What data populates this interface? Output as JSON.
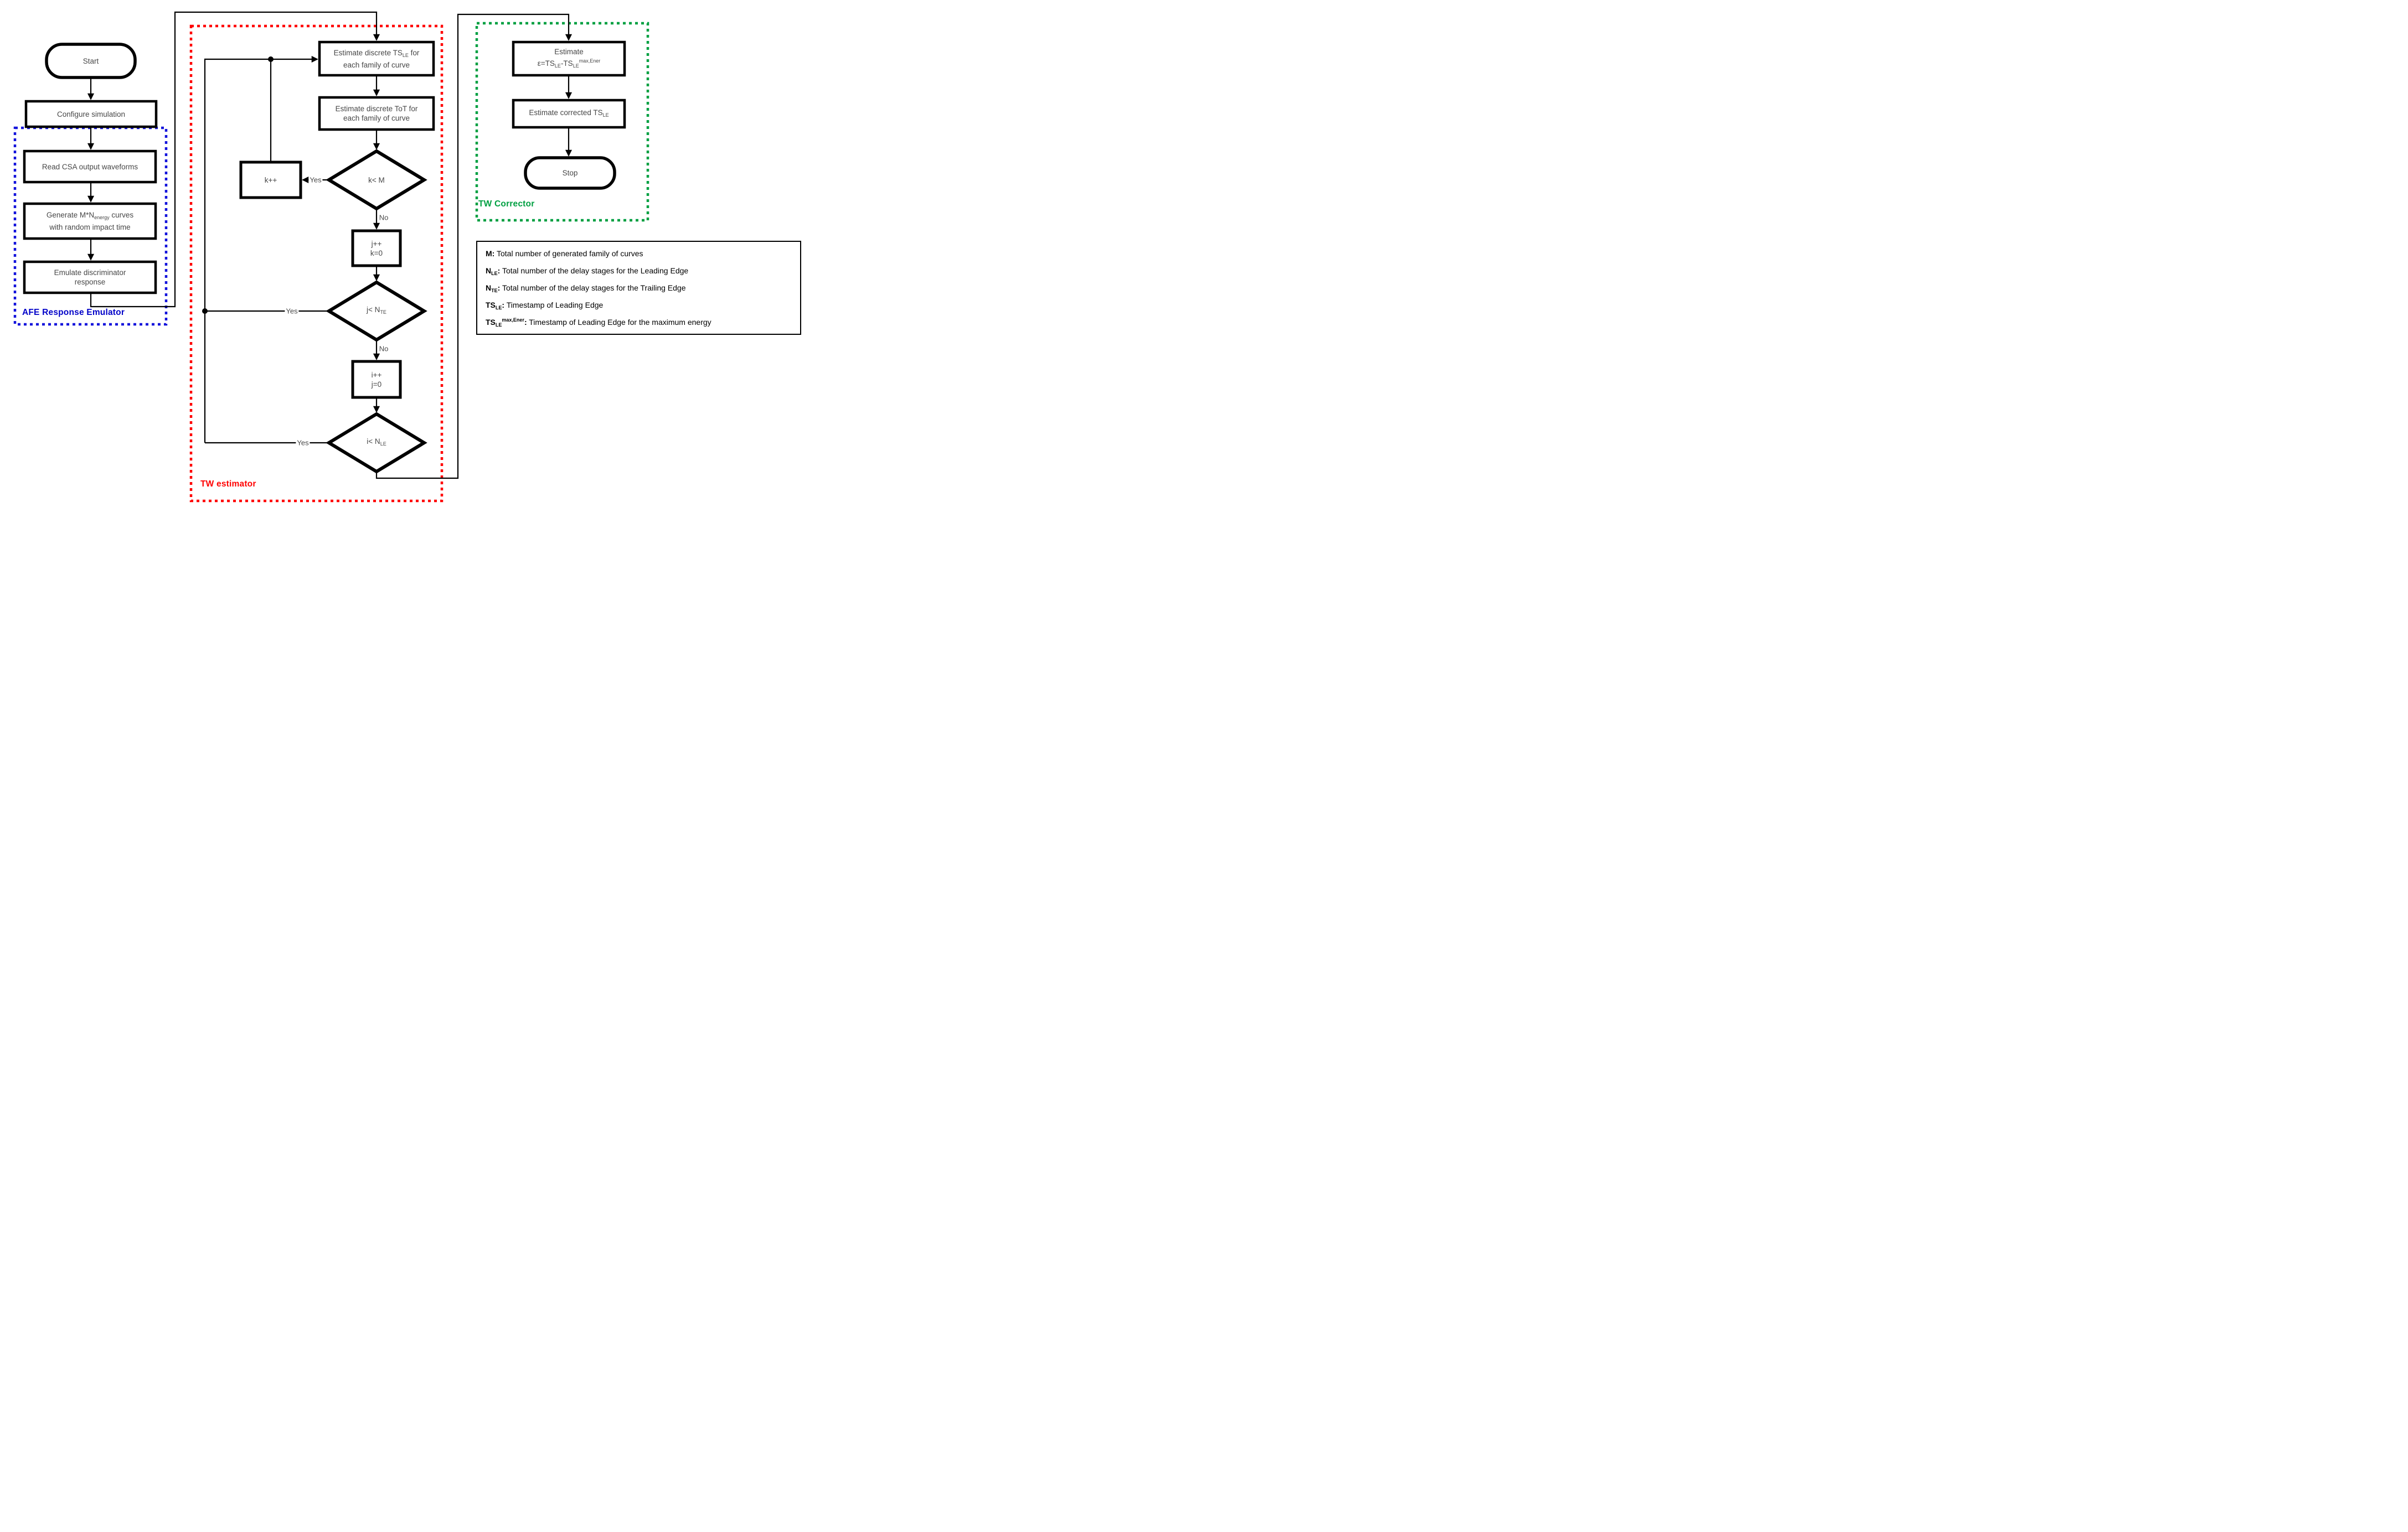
{
  "sections": {
    "afe": {
      "label": "AFE Response Emulator",
      "color": "#0000C8"
    },
    "tw_estimator": {
      "label": "TW estimator",
      "color": "#FF0000"
    },
    "tw_corrector": {
      "label": "TW Corrector",
      "color": "#00A042"
    }
  },
  "nodes": {
    "start": {
      "label": "Start"
    },
    "configure": {
      "label": "Configure simulation"
    },
    "read_csa": {
      "label": "Read CSA output waveforms"
    },
    "generate": {
      "p1": "Generate M*N",
      "sub": "energy",
      "p2": " curves",
      "line2": "with random impact time"
    },
    "emulate": {
      "line1": "Emulate discriminator",
      "line2": "response"
    },
    "estimate_ts": {
      "p1": "Estimate discrete TS",
      "sub": "LE",
      "p2": " for",
      "line2": "each family of curve"
    },
    "estimate_tot": {
      "line1": "Estimate discrete ToT for",
      "line2": "each family of curve"
    },
    "k_diamond": {
      "label": "k< M"
    },
    "kpp": {
      "label": "k++"
    },
    "jpp": {
      "line1": "j++",
      "line2": "k=0"
    },
    "j_diamond": {
      "p1": "j< N",
      "sub": "TE"
    },
    "ipp": {
      "line1": "i++",
      "line2": "j=0"
    },
    "i_diamond": {
      "p1": "i< N",
      "sub": "LE"
    },
    "estimate_eps": {
      "line1": "Estimate",
      "p1": "ε=TS",
      "sub1": "LE",
      "p2": "-TS",
      "sub2": "LE",
      "sup": "max,Ener"
    },
    "estimate_corrected": {
      "p1": "Estimate corrected TS",
      "sub": "LE"
    },
    "stop": {
      "label": "Stop"
    }
  },
  "edge_labels": {
    "yes": "Yes",
    "no": "No"
  },
  "legend": {
    "rows": [
      {
        "term": "M",
        "sub": "",
        "sup": "",
        "colon": ":",
        "text": " Total number of generated family of curves"
      },
      {
        "term": "N",
        "sub": "LE",
        "sup": "",
        "colon": ":",
        "text": " Total number of the delay stages for the Leading Edge"
      },
      {
        "term": "N",
        "sub": "TE",
        "sup": "",
        "colon": ":",
        "text": " Total number of the delay stages for the Trailing Edge"
      },
      {
        "term": "TS",
        "sub": "LE",
        "sup": "",
        "colon": ":",
        "text": " Timestamp of Leading Edge"
      },
      {
        "term": "TS",
        "sub": "LE",
        "sup": "max,Ener",
        "colon": ":",
        "text": " Timestamp of Leading Edge for the maximum energy"
      }
    ]
  }
}
